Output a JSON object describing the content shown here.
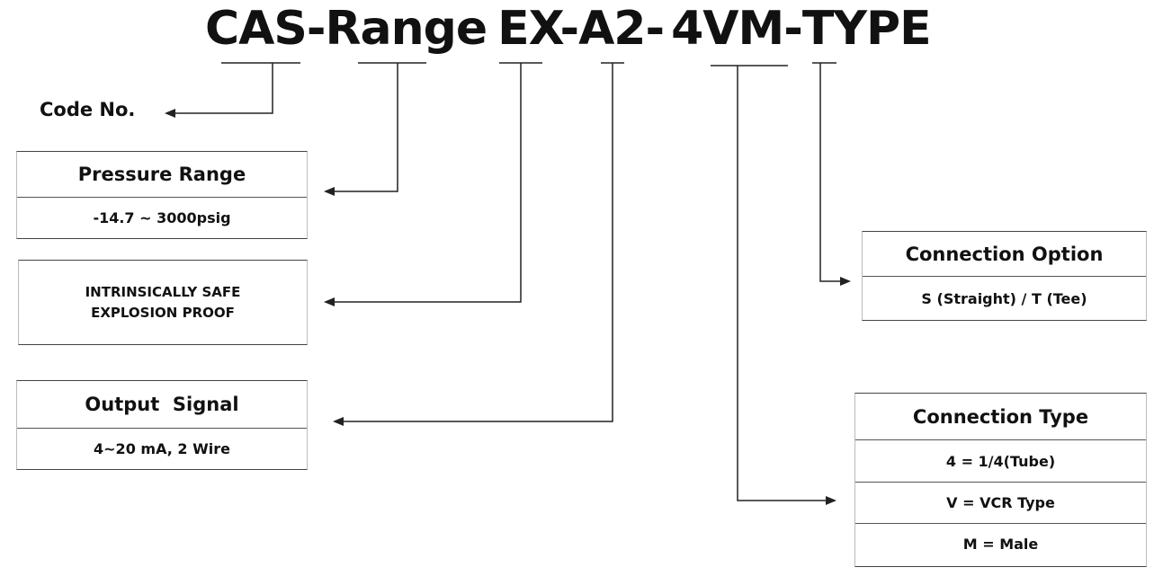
{
  "title": {
    "parts": [
      "CAS-",
      "Range",
      "EX-",
      "A2-",
      "4VM-",
      "TYPE"
    ]
  },
  "code_label": "Code No.",
  "pressure_range": {
    "header": "Pressure Range",
    "value": "-14.7 ~ 3000psig"
  },
  "safety": {
    "lines": [
      "INTRINSICALLY SAFE",
      "EXPLOSION PROOF"
    ]
  },
  "output_signal": {
    "header": "Output  Signal",
    "value": "4~20 mA, 2 Wire"
  },
  "connection_option": {
    "header": "Connection Option",
    "value": "S (Straight) / T (Tee)"
  },
  "connection_type": {
    "header": "Connection Type",
    "rows": [
      "4 = 1/4(Tube)",
      "V = VCR Type",
      "M = Male"
    ]
  },
  "colors": {
    "line": "#222222",
    "text": "#111111"
  }
}
